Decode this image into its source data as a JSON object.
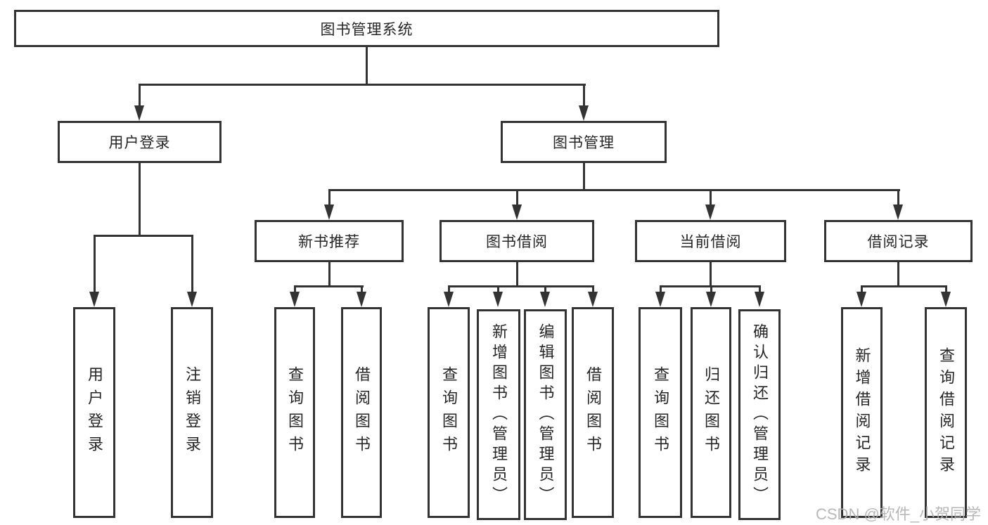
{
  "nodes": {
    "root": {
      "label": "图书管理系统"
    },
    "user_login": {
      "label": "用户登录"
    },
    "book_mgmt": {
      "label": "图书管理"
    },
    "new_books": {
      "label": "新书推荐"
    },
    "book_borrow": {
      "label": "图书借阅"
    },
    "current_borrow": {
      "label": "当前借阅"
    },
    "borrow_records": {
      "label": "借阅记录"
    },
    "leaf_user_login": {
      "label": "用户登录"
    },
    "leaf_logout": {
      "label": "注销登录"
    },
    "leaf_nb_query": {
      "label": "查询图书"
    },
    "leaf_nb_borrow": {
      "label": "借阅图书"
    },
    "leaf_bb_query": {
      "label": "查询图书"
    },
    "leaf_bb_add": {
      "label": "新增图书（管理员）"
    },
    "leaf_bb_edit": {
      "label": "编辑图书（管理员）"
    },
    "leaf_bb_borrow": {
      "label": "借阅图书"
    },
    "leaf_cb_query": {
      "label": "查询图书"
    },
    "leaf_cb_return": {
      "label": "归还图书"
    },
    "leaf_cb_confirm": {
      "label": "确认归还（管理员）"
    },
    "leaf_rec_add": {
      "label": "新增借阅记录"
    },
    "leaf_rec_query": {
      "label": "查询借阅记录"
    }
  },
  "watermark": {
    "text": "CSDN @软件_小贺同学"
  },
  "colors": {
    "line": "#333333",
    "text": "#262626",
    "box_background": "#ffffff",
    "watermark": "#b2b2b2"
  }
}
